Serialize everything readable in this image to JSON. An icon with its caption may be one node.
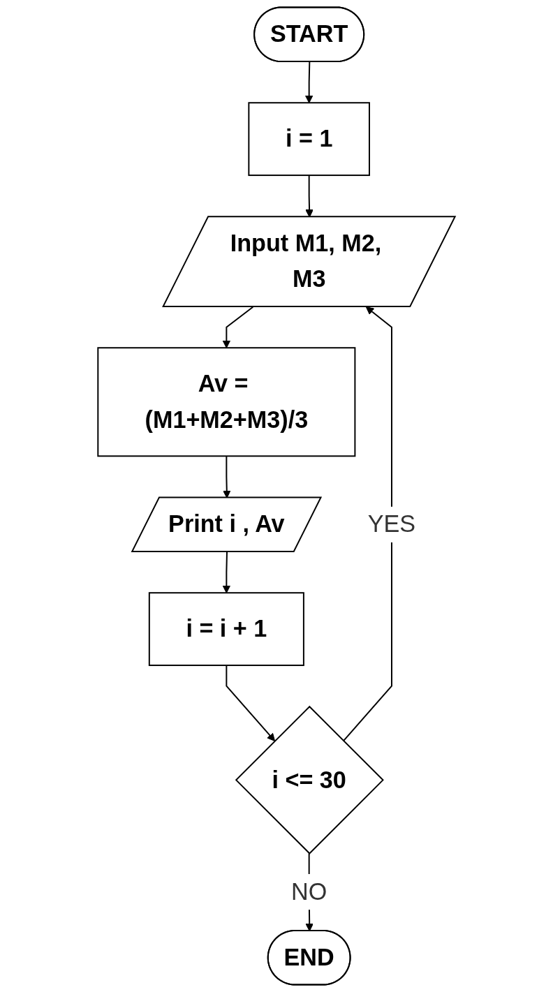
{
  "diagram": {
    "nodes": [
      {
        "text": [
          "START"
        ]
      },
      {
        "text": [
          "i = 1"
        ]
      },
      {
        "text": [
          "Input M1, M2, M3"
        ]
      },
      {
        "text": [
          "Av = (M1+M2+M3)/3"
        ]
      },
      {
        "text": [
          "Print i , Av"
        ]
      },
      {
        "text": [
          "i = i + 1"
        ]
      },
      {
        "text": [
          "i <= 30"
        ]
      },
      {
        "text": [
          "END"
        ]
      }
    ],
    "edges": [
      {
        "from": 0,
        "to": 1,
        "arrow": "to"
      },
      {
        "from": 1,
        "to": 2,
        "arrow": "to"
      },
      {
        "from": 2,
        "to": 3,
        "arrow": "to"
      },
      {
        "from": 3,
        "to": 4,
        "arrow": "to"
      },
      {
        "from": 4,
        "to": 5,
        "arrow": "to"
      },
      {
        "from": 5,
        "to": 6,
        "arrow": "to"
      },
      {
        "from": 6,
        "to": 2,
        "arrow": "to",
        "label": "YES"
      },
      {
        "from": 6,
        "to": 7,
        "arrow": "to",
        "label": "NO"
      }
    ]
  }
}
